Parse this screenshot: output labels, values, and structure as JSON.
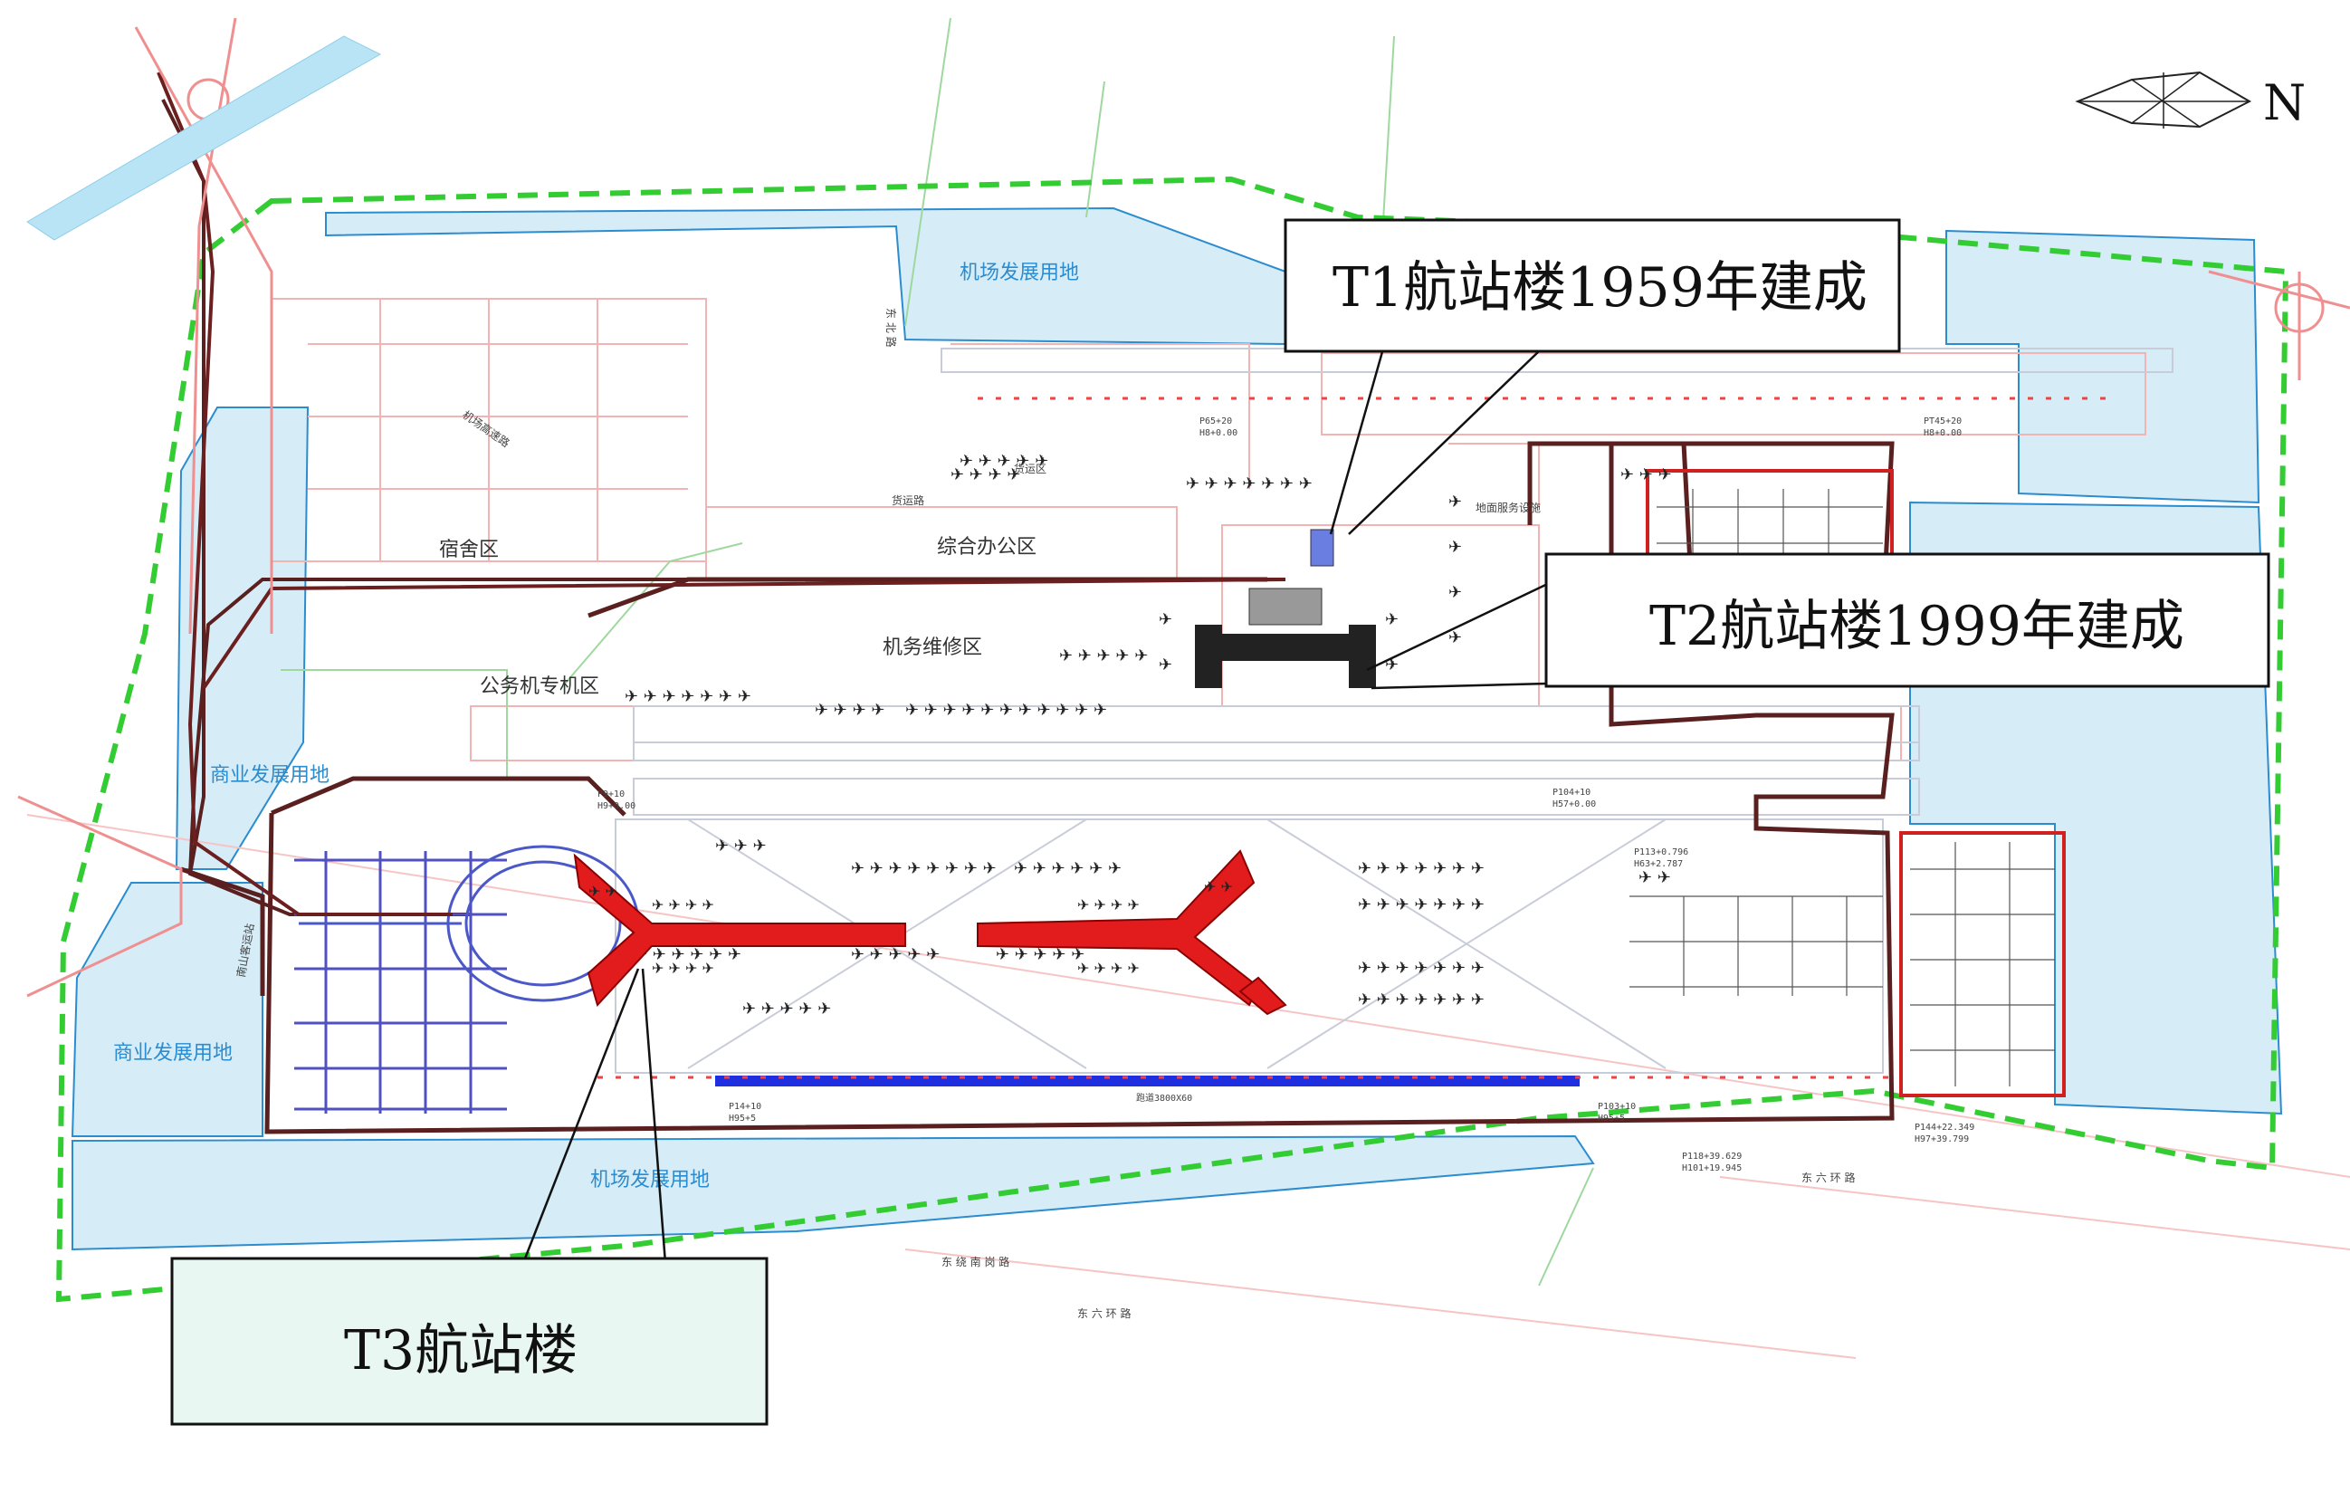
{
  "callouts": {
    "t1": "T1航站楼1959年建成",
    "t2": "T2航站楼1999年建成",
    "t3": "T3航站楼"
  },
  "compass": {
    "letter": "N"
  },
  "zones": {
    "dev_top": "机场发展用地",
    "dev_bottom": "机场发展用地",
    "commerce_left": "商业发展用地",
    "commerce_bottom_left": "商业发展用地",
    "dorm": "宿舍区",
    "office": "综合办公区",
    "maintenance": "机务维修区",
    "business_aviation": "公务机专机区",
    "ground_service": "地面服务设施",
    "cargo": "货运区",
    "side_road": "货运路",
    "bus_station": "南山客运站"
  },
  "runway": {
    "label": "跑道3800X60"
  },
  "stations": {
    "p65": "P65+20",
    "h8a": "H8+0.00",
    "p145": "PT45+20",
    "h8b": "H8+0.00",
    "p9": "P9+10",
    "h9": "H9+0.00",
    "p104": "P104+10",
    "h57": "H57+0.00",
    "p113": "P113+0.796",
    "h63": "H63+2.787",
    "p14": "P14+10",
    "h95": "H95+5",
    "p103": "P103+10",
    "h95b": "H95+5",
    "p118": "P118+39.629",
    "h101": "H101+19.945",
    "p144": "P144+22.349",
    "h97": "H97+39.799"
  },
  "roads": {
    "east_ring": "东 六 环 路",
    "south_road": "东 绕 南 岗 路",
    "ring_bottom": "东 六 环 路",
    "airport_expy": "机场高速路",
    "north_road": "东 北 路"
  },
  "colors": {
    "callout_fill": "#ffffff",
    "t3_callout_fill": "#e8f7f2",
    "development_land": "#d6ecf7",
    "boundary_green": "#33cc33",
    "boundary_brown": "#5a1f1f",
    "terminal_red": "#e21c1c",
    "runway_blue": "#1f2fe0",
    "road_red": "#f2a0a0"
  }
}
